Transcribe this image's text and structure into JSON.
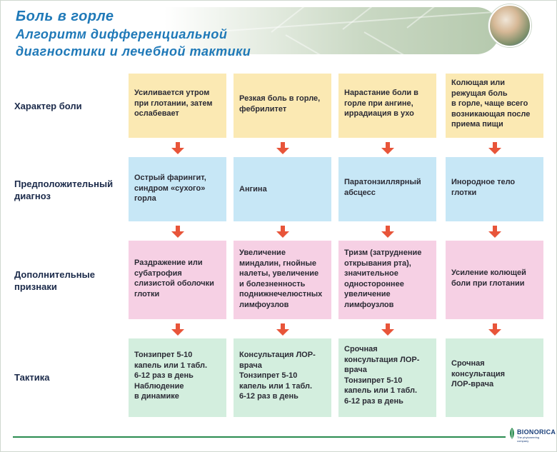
{
  "header": {
    "title_line1": "Боль в горле",
    "title_line2": "Алгоритм дифференциальной",
    "title_line3": "диагностики и лечебной тактики"
  },
  "rows": [
    {
      "label": "Характер боли"
    },
    {
      "label": "Предположительный\nдиагноз"
    },
    {
      "label": "Дополнительные\nпризнаки"
    },
    {
      "label": "Тактика"
    }
  ],
  "columns": [
    {
      "pain": "Усиливается утром\nпри глотании, затем\nослабевает",
      "diagnosis": "Острый фарингит,\nсиндром «сухого»\nгорла",
      "signs": "Раздражение или\nсубатрофия\nслизистой оболочки\nглотки",
      "tactics": "Тонзипрет 5-10\nкапель или 1 табл.\n6-12 раз в день\nНаблюдение\nв динамике"
    },
    {
      "pain": "Резкая боль в горле,\nфебрилитет",
      "diagnosis": "Ангина",
      "signs": "Увеличение\nминдалин, гнойные\nналеты, увеличение\nи болезненность\nподнижнечелюстных\nлимфоузлов",
      "tactics": "Консультация ЛОР-\nврача\nТонзипрет 5-10\nкапель или 1 табл.\n6-12 раз в день"
    },
    {
      "pain": "Нарастание боли в\nгорле при ангине,\nиррадиация  в ухо",
      "diagnosis": "Паратонзиллярный\nабсцесс",
      "signs": "Тризм (затруднение\nоткрывания рта),\nзначительное\nодностороннее\nувеличение\nлимфоузлов",
      "tactics": "Срочная\nконсультация ЛОР-\nврача\nТонзипрет 5-10\nкапель или 1 табл.\n6-12 раз в день"
    },
    {
      "pain": "Колющая или\nрежущая боль\nв горле, чаще всего\nвозникающая после\nприема пищи",
      "diagnosis": "Инородное тело\nглотки",
      "signs": "Усиление колющей\nболи при глотании",
      "tactics": "Срочная\nконсультация\nЛОР-врача"
    }
  ],
  "footer": {
    "logo_text": "BIONORICA",
    "logo_sub": "The phytoneering company"
  },
  "colors": {
    "title": "#1f79b8",
    "row1": "#fbe9b3",
    "row2": "#c7e7f6",
    "row3": "#f6d0e4",
    "row4": "#d3eede",
    "arrow": "#e8553a",
    "footer_line": "#2a8c4f"
  }
}
